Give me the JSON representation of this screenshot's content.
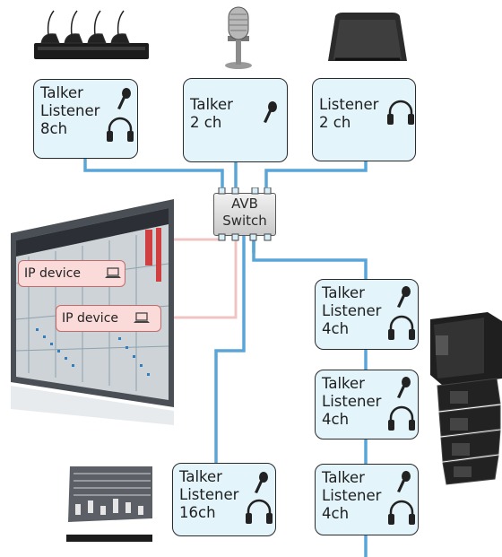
{
  "switch": {
    "line1": "AVB",
    "line2": "Switch"
  },
  "nodes": [
    {
      "id": "top-left",
      "lines": [
        "Talker",
        "Listener",
        "8ch"
      ],
      "mic": true,
      "headphones": true
    },
    {
      "id": "top-center",
      "lines": [
        "Talker",
        "2 ch"
      ],
      "mic": true,
      "headphones": false
    },
    {
      "id": "top-right",
      "lines": [
        "Listener",
        "2 ch"
      ],
      "mic": false,
      "headphones": true
    },
    {
      "id": "bottom-left",
      "lines": [
        "Talker",
        "Listener",
        "16ch"
      ],
      "mic": true,
      "headphones": true
    },
    {
      "id": "right-1",
      "lines": [
        "Talker",
        "Listener",
        "4ch"
      ],
      "mic": true,
      "headphones": true
    },
    {
      "id": "right-2",
      "lines": [
        "Talker",
        "Listener",
        "4ch"
      ],
      "mic": true,
      "headphones": true
    },
    {
      "id": "right-3",
      "lines": [
        "Talker",
        "Listener",
        "4ch"
      ],
      "mic": true,
      "headphones": true
    }
  ],
  "ip_devices": [
    {
      "label": "IP device",
      "icon": "laptop-icon"
    },
    {
      "label": "IP device",
      "icon": "laptop-icon"
    }
  ],
  "colors": {
    "node_fill": "#e3f4fb",
    "node_border": "#2b2b2b",
    "cable_blue": "#5aa5d8",
    "cable_pink": "#f1c4c4",
    "ip_fill": "#fbdada",
    "ip_border": "#c46a6a"
  },
  "devices": [
    {
      "name": "conference-microphone-system"
    },
    {
      "name": "usb-microphone"
    },
    {
      "name": "stage-monitor-speaker"
    },
    {
      "name": "control-software-screen"
    },
    {
      "name": "line-array-speaker"
    },
    {
      "name": "mixing-console"
    }
  ]
}
